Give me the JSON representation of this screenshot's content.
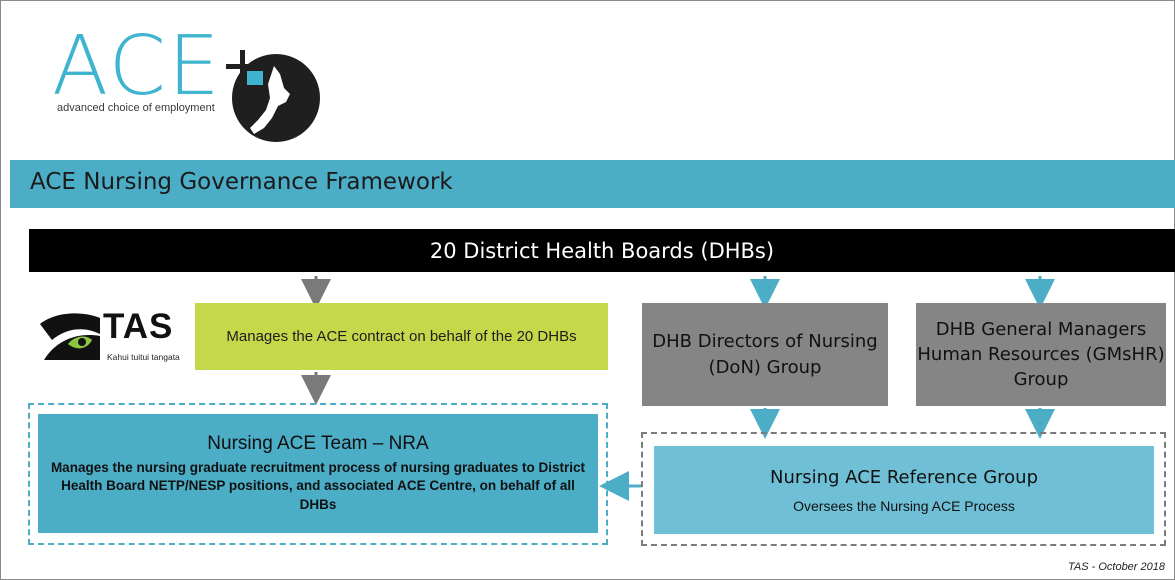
{
  "logo": {
    "wordmark": "ACE",
    "tagline": "advanced choice of employment",
    "colors": {
      "teal": "#3fb4cf",
      "dark": "#1f1f1f"
    }
  },
  "title": "ACE Nursing Governance Framework",
  "top_bar": "20 District Health Boards (DHBs)",
  "tas_logo": {
    "name": "TAS",
    "subtitle": "Kahui tuitui tangata",
    "colors": {
      "green": "#8dc63f",
      "black": "#111111"
    }
  },
  "boxes": {
    "tas_role": "Manages the ACE contract on behalf of the 20 DHBs",
    "don_group": "DHB Directors of Nursing (DoN) Group",
    "gmshr_group": "DHB General Managers Human Resources (GMsHR) Group",
    "nursing_team": {
      "heading": "Nursing ACE Team – NRA",
      "description": "Manages the nursing graduate recruitment process of nursing graduates to District Health Board NETP/NESP positions, and associated ACE Centre, on behalf of all DHBs"
    },
    "reference_group": {
      "heading": "Nursing ACE Reference Group",
      "description": "Oversees the Nursing ACE Process"
    }
  },
  "credit": "TAS - October 2018",
  "colors": {
    "title_bar": "#4badc6",
    "green_box": "#c5d84a",
    "grey_box": "#858585",
    "arrow_grey": "#7a7a7a",
    "arrow_teal": "#4badc6"
  }
}
